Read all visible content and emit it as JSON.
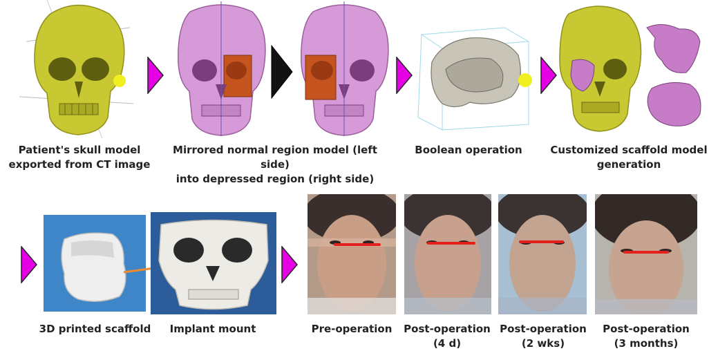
{
  "steps": [
    {
      "caption": "Patient's skull model\nexported from CT image"
    },
    {
      "caption": "Mirrored normal region model (left side)\ninto depressed region (right side)"
    },
    {
      "caption": "Boolean operation"
    },
    {
      "caption": "Customized scaffold model\ngeneration"
    }
  ],
  "fabrication": [
    {
      "caption": "3D printed scaffold"
    },
    {
      "caption": "Implant mount"
    }
  ],
  "outcomes": [
    {
      "caption": "Pre-operation"
    },
    {
      "caption": "Post-operation\n(4 d)"
    },
    {
      "caption": "Post-operation\n(2 wks)"
    },
    {
      "caption": "Post-operation\n(3 months)"
    }
  ],
  "colors": {
    "arrow": "#e600e6",
    "skull_yellow": "#c8c832",
    "skull_pink": "#d79ad9",
    "scaffold_orange": "#c5541f",
    "boolean_grey": "#c8c4b8",
    "photo_blue": "#3f86c8",
    "eye_line": "#e3201b"
  }
}
